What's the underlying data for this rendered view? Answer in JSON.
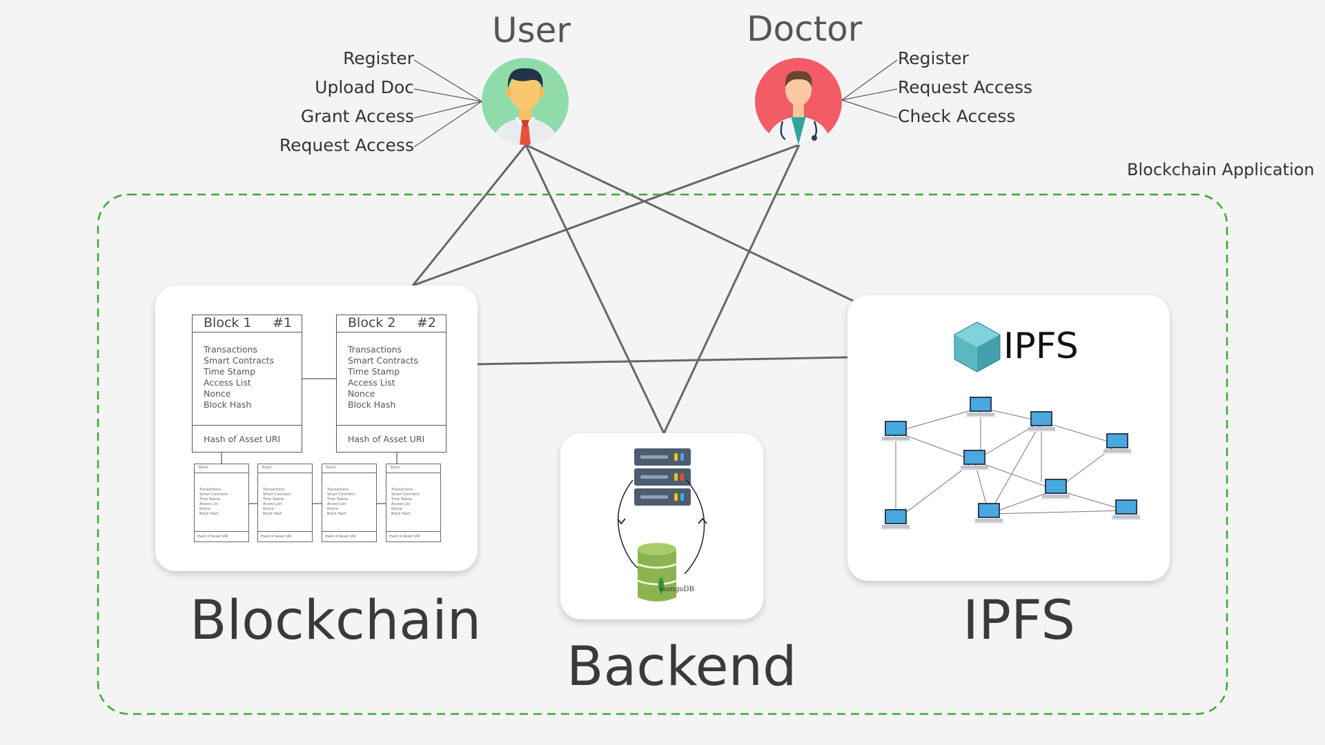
{
  "user": {
    "title": "User",
    "actions": [
      "Register",
      "Upload Doc",
      "Grant Access",
      "Request Access"
    ]
  },
  "doctor": {
    "title": "Doctor",
    "actions": [
      "Register",
      "Request Access",
      "Check Access"
    ]
  },
  "app_label": "Blockchain Application",
  "blockchain": {
    "label": "Blockchain",
    "blocks": [
      {
        "name": "Block 1",
        "number": "#1"
      },
      {
        "name": "Block 2",
        "number": "#2"
      }
    ],
    "fields": [
      "Transactions",
      "Smart Contracts",
      "Time Stamp",
      "Access List",
      "Nonce",
      "Block Hash"
    ],
    "footer": "Hash of Asset URI",
    "mini_block": {
      "head": "Block",
      "fields": [
        "Transactions",
        "Smart Contracts",
        "Time Stamp",
        "Access List",
        "Nonce",
        "Block Hash"
      ],
      "footer": "Hash of Asset URI"
    }
  },
  "backend": {
    "label": "Backend",
    "db_name": "mongoDB"
  },
  "ipfs": {
    "label": "IPFS",
    "logo_text": "IPFS"
  },
  "colors": {
    "dash_border": "#3aa832",
    "user_circle": "#8fdcaa",
    "doctor_circle": "#f25c66",
    "laptop_screen": "#4aa8e0",
    "ipfs_cube": "#65c2cb",
    "mongo_green": "#8cb44e"
  }
}
